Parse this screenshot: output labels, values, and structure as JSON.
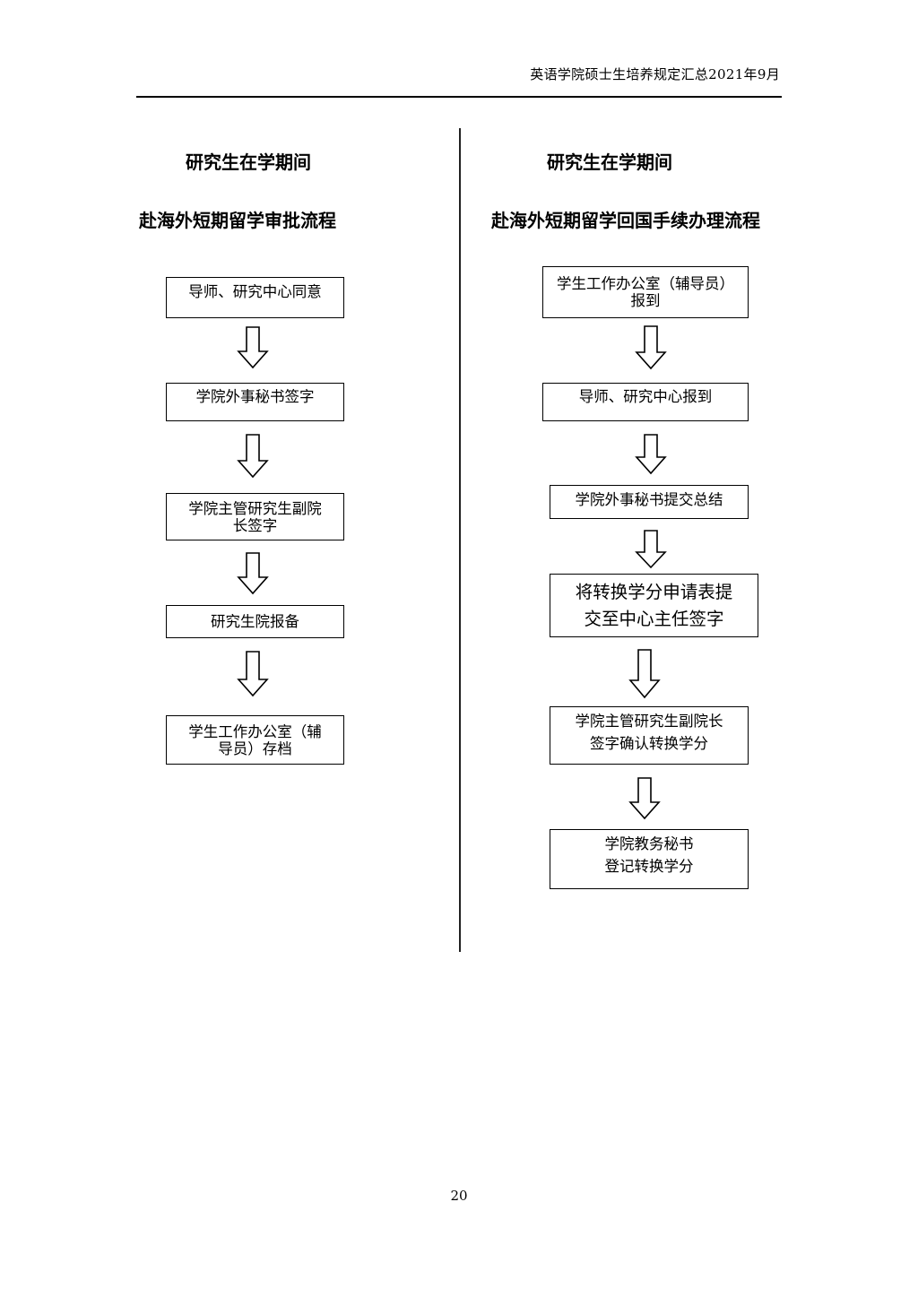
{
  "header": {
    "text": "英语学院硕士生培养规定汇总2021年9月"
  },
  "left": {
    "title_line1": "研究生在学期间",
    "title_line2": "赴海外短期留学审批流程",
    "steps": [
      "导师、研究中心同意",
      "学院外事秘书签字",
      "学院主管研究生副院\n长签字",
      "研究生院报备",
      "学生工作办公室（辅\n导员）存档"
    ]
  },
  "right": {
    "title_line1": "研究生在学期间",
    "title_line2": "赴海外短期留学回国手续办理流程",
    "steps": [
      "学生工作办公室（辅导员）\n报到",
      "导师、研究中心报到",
      "学院外事秘书提交总结",
      "将转换学分申请表提\n交至中心主任签字",
      "学院主管研究生副院长\n签字确认转换学分",
      "学院教务秘书\n登记转换学分"
    ]
  },
  "footer": {
    "page_number": "20"
  }
}
